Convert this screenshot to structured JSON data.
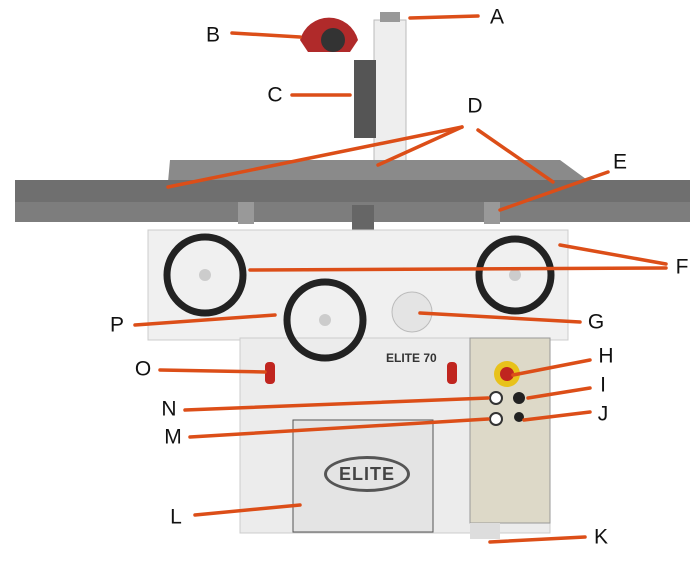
{
  "labels": {
    "A": "A",
    "B": "B",
    "C": "C",
    "D": "D",
    "E": "E",
    "F": "F",
    "G": "G",
    "H": "H",
    "I": "I",
    "J": "J",
    "K": "K",
    "L": "L",
    "M": "M",
    "N": "N",
    "O": "O",
    "P": "P"
  },
  "machine": {
    "model_plate": "ELITE 70",
    "door_logo": "ELITE"
  },
  "colors": {
    "leader": "#dc4e18",
    "body": "#ececec",
    "table": "#6f6f6f",
    "guard": "#b02a2a",
    "panel": "#ddd9c8",
    "estop": "#e8c21a"
  }
}
